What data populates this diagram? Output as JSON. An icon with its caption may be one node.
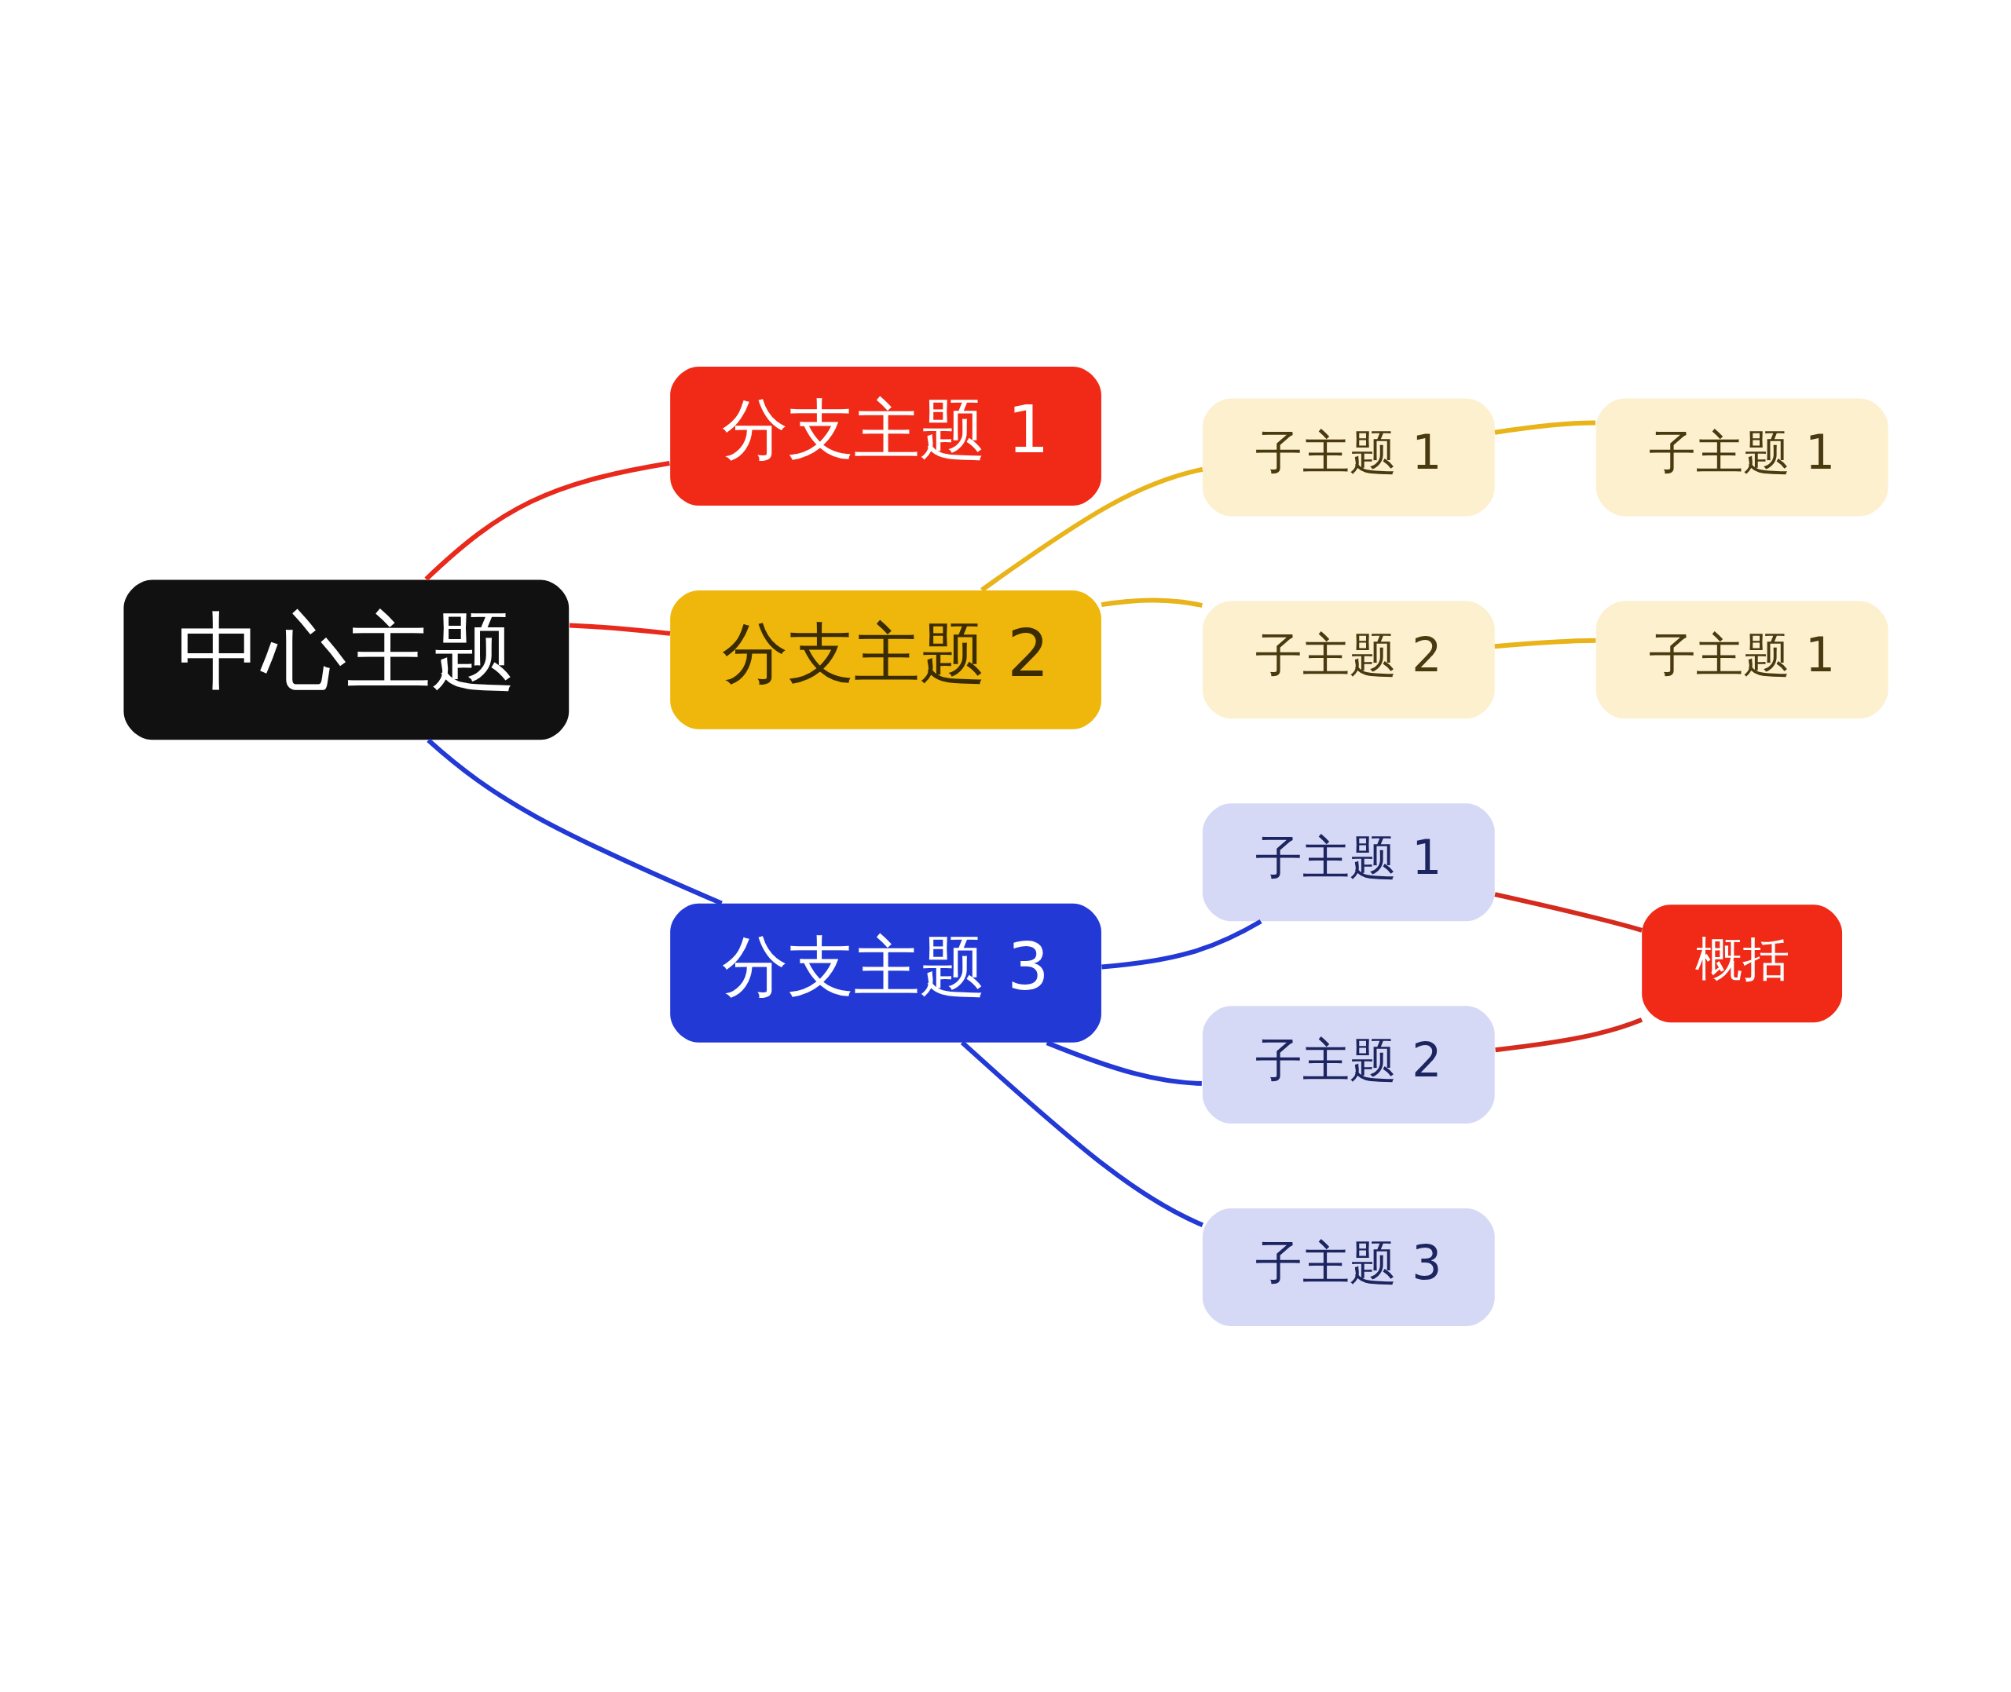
{
  "diagram": {
    "nodes": [
      {
        "text": [
          "中心主题"
        ]
      },
      {
        "text": [
          "分支主题 1"
        ]
      },
      {
        "text": [
          "分支主题 2"
        ]
      },
      {
        "text": [
          "子主题 1"
        ]
      },
      {
        "text": [
          "子主题 1"
        ]
      },
      {
        "text": [
          "子主题 2"
        ]
      },
      {
        "text": [
          "子主题 1"
        ]
      },
      {
        "text": [
          "分支主题 3"
        ]
      },
      {
        "text": [
          "子主题 1"
        ]
      },
      {
        "text": [
          "子主题 2"
        ]
      },
      {
        "text": [
          "子主题 3"
        ]
      },
      {
        "text": [
          "概括"
        ]
      }
    ],
    "edges": [
      {
        "from": 0,
        "to": 1,
        "arrow": "none",
        "color": "#e8291c"
      },
      {
        "from": 0,
        "to": 2,
        "arrow": "none",
        "color": "#e8291c"
      },
      {
        "from": 0,
        "to": 7,
        "arrow": "none",
        "color": "#2339d6"
      },
      {
        "from": 2,
        "to": 3,
        "arrow": "none",
        "color": "#e8b41a"
      },
      {
        "from": 2,
        "to": 5,
        "arrow": "none",
        "color": "#e8b41a"
      },
      {
        "from": 3,
        "to": 4,
        "arrow": "none",
        "color": "#e8b41a"
      },
      {
        "from": 5,
        "to": 6,
        "arrow": "none",
        "color": "#e8b41a"
      },
      {
        "from": 7,
        "to": 8,
        "arrow": "none",
        "color": "#2339d6"
      },
      {
        "from": 7,
        "to": 9,
        "arrow": "none",
        "color": "#2339d6"
      },
      {
        "from": 7,
        "to": 10,
        "arrow": "none",
        "color": "#2339d6"
      },
      {
        "from": 8,
        "to": 11,
        "arrow": "none",
        "color": "#d52b1e"
      },
      {
        "from": 9,
        "to": 11,
        "arrow": "none",
        "color": "#d52b1e"
      }
    ]
  }
}
